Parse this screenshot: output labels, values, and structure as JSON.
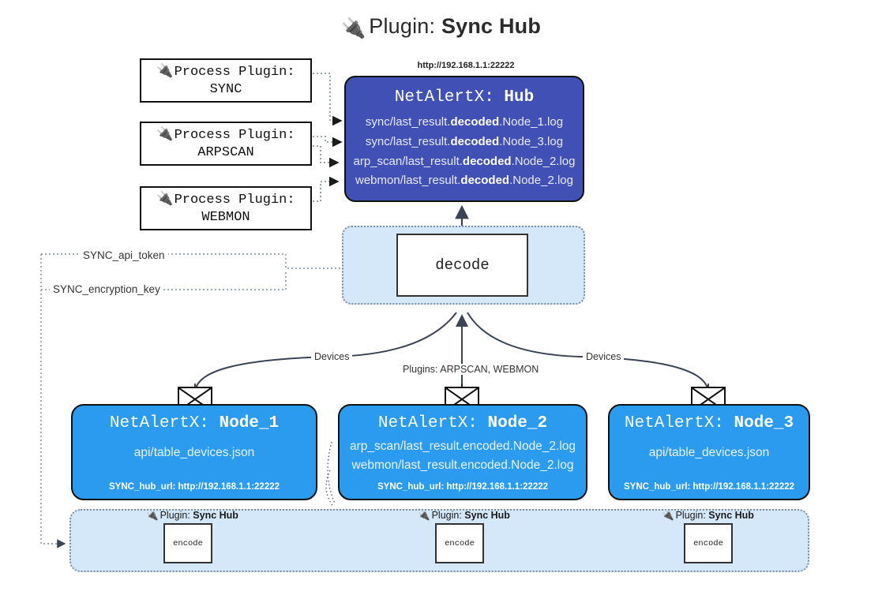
{
  "title": {
    "icon": "plug-icon",
    "prefix": "Plugin: ",
    "name": "Sync Hub"
  },
  "process_plugins": [
    {
      "icon": "plug-icon",
      "line1": "Process Plugin:",
      "line2": "SYNC"
    },
    {
      "icon": "plug-icon",
      "line1": "Process Plugin:",
      "line2": "ARPSCAN"
    },
    {
      "icon": "plug-icon",
      "line1": "Process Plugin:",
      "line2": "WEBMON"
    }
  ],
  "hub": {
    "url": "http://192.168.1.1:22222",
    "name_prefix": "NetAlertX: ",
    "name": "Hub",
    "files": [
      {
        "pre": "sync/last_result.",
        "mid": "decoded",
        "post": ".Node_1.log"
      },
      {
        "pre": "sync/last_result.",
        "mid": "decoded",
        "post": ".Node_3.log"
      },
      {
        "pre": "arp_scan/last_result.",
        "mid": "decoded",
        "post": ".Node_2.log"
      },
      {
        "pre": "webmon/last_result.",
        "mid": "decoded",
        "post": ".Node_2.log"
      }
    ]
  },
  "decode": {
    "label": "decode"
  },
  "tokens": {
    "api_token": "SYNC_api_token",
    "encryption_key": "SYNC_encryption_key"
  },
  "edge_labels": {
    "devices_left": "Devices",
    "devices_right": "Devices",
    "plugins": "Plugins: ARPSCAN, WEBMON"
  },
  "nodes": [
    {
      "name_prefix": "NetAlertX: ",
      "name": "Node_1",
      "lines": [
        "api/table_devices.json"
      ],
      "hub_url_label": "SYNC_hub_url: http://192.168.1.1:22222",
      "envelope_icon": "envelope-icon"
    },
    {
      "name_prefix": "NetAlertX: ",
      "name": "Node_2",
      "lines": [
        "arp_scan/last_result.encoded.Node_2.log",
        "webmon/last_result.encoded.Node_2.log"
      ],
      "hub_url_label": "SYNC_hub_url: http://192.168.1.1:22222",
      "envelope_icon": "envelope-icon"
    },
    {
      "name_prefix": "NetAlertX: ",
      "name": "Node_3",
      "lines": [
        "api/table_devices.json"
      ],
      "hub_url_label": "SYNC_hub_url: http://192.168.1.1:22222",
      "envelope_icon": "envelope-icon"
    }
  ],
  "encode_blocks": [
    {
      "plugin_prefix": "Plugin: ",
      "plugin_name": "Sync Hub",
      "label": "encode",
      "icon": "plug-icon"
    },
    {
      "plugin_prefix": "Plugin: ",
      "plugin_name": "Sync Hub",
      "label": "encode",
      "icon": "plug-icon"
    },
    {
      "plugin_prefix": "Plugin: ",
      "plugin_name": "Sync Hub",
      "label": "encode",
      "icon": "plug-icon"
    }
  ],
  "colors": {
    "hub_fill": "#4050b5",
    "node_fill": "#2b9bf0",
    "container_fill": "#d5e8fa",
    "border": "#111111",
    "dotted": "#7d8ca0"
  }
}
